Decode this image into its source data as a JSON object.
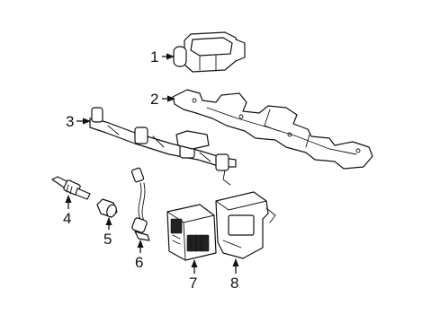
{
  "diagram": {
    "callouts": [
      {
        "number": "1"
      },
      {
        "number": "2"
      },
      {
        "number": "3"
      },
      {
        "number": "4"
      },
      {
        "number": "5"
      },
      {
        "number": "6"
      },
      {
        "number": "7"
      },
      {
        "number": "8"
      }
    ]
  },
  "colors": {
    "background": "#ffffff",
    "line": "#111111"
  }
}
